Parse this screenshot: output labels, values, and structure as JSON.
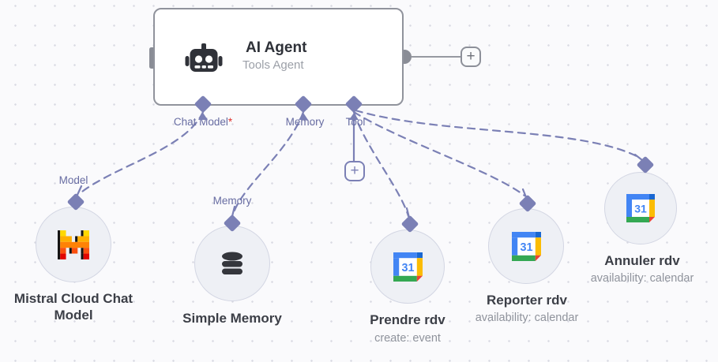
{
  "agent_node": {
    "title": "AI Agent",
    "subtitle": "Tools Agent",
    "input_ports": {
      "chat_model": {
        "label": "Chat Model",
        "required_marker": "*"
      },
      "memory": {
        "label": "Memory"
      },
      "tool": {
        "label": "Tool"
      }
    }
  },
  "buttons": {
    "output_plus": "+",
    "tool_plus": "+"
  },
  "wire_labels": {
    "model": "Model",
    "memory": "Memory"
  },
  "sub_nodes": [
    {
      "title": "Mistral Cloud Chat Model",
      "icon": "mistral-logo"
    },
    {
      "title": "Simple Memory",
      "icon": "database"
    },
    {
      "title": "Prendre rdv",
      "subtitle": "create: event",
      "icon": "google-calendar"
    },
    {
      "title": "Reporter rdv",
      "subtitle": "availability: calendar",
      "icon": "google-calendar"
    },
    {
      "title": "Annuler rdv",
      "subtitle": "availability: calendar",
      "icon": "google-calendar"
    }
  ],
  "calendar_day": "31",
  "colors": {
    "accent_purple": "#7b80b5",
    "port_label": "#676ca2",
    "required_red": "#e0312b",
    "handle_gray": "#8a8d96",
    "node_border": "#90939c",
    "google_blue": "#4285F4",
    "google_dark_blue": "#1967D2",
    "google_yellow": "#FBBC04",
    "google_green": "#34A853",
    "google_red": "#EA4335",
    "mistral_yellow": "#FFD800",
    "mistral_amber": "#FFAF00",
    "mistral_orange": "#FF8205",
    "mistral_coral": "#FA500F",
    "mistral_red": "#E10500"
  }
}
